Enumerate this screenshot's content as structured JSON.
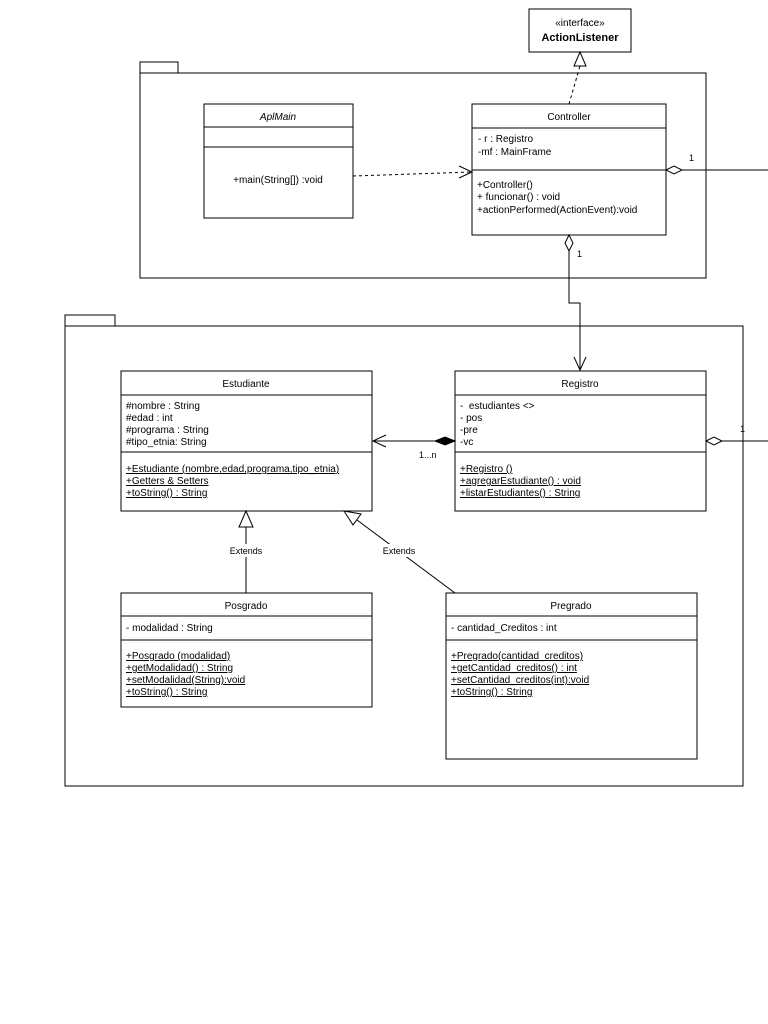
{
  "interface": {
    "stereotype": "«interface»",
    "name": "ActionListener"
  },
  "classes": {
    "aplmain": {
      "name": "AplMain",
      "attributes": [],
      "methods": [
        "+main(String[]) :void"
      ]
    },
    "controller": {
      "name": "Controller",
      "attributes": [
        "- r : Registro",
        "-mf : MainFrame"
      ],
      "methods": [
        "+Controller()",
        "+ funcionar() : void",
        "+actionPerformed(ActionEvent):void"
      ]
    },
    "estudiante": {
      "name": "Estudiante",
      "attributes": [
        "#nombre : String",
        "#edad : int",
        "#programa : String",
        "#tipo_etnia: String"
      ],
      "methods": [
        "+Estudiante (nombre,edad,programa,tipo_etnia)",
        "+Getters & Setters",
        "+toString() : String"
      ]
    },
    "registro": {
      "name": "Registro",
      "attributes": [
        "-  estudiantes <>",
        "- pos",
        "-pre",
        "-vc"
      ],
      "methods": [
        "+Registro ()",
        "+agregarEstudiante() : void",
        "+listarEstudiantes() : String"
      ]
    },
    "posgrado": {
      "name": "Posgrado",
      "attributes": [
        "- modalidad : String"
      ],
      "methods": [
        "+Posgrado (modalidad)",
        "+getModalidad() : String",
        "+setModalidad(String):void",
        "+toString() : String"
      ]
    },
    "pregrado": {
      "name": "Pregrado",
      "attributes": [
        "- cantidad_Creditos : int"
      ],
      "methods": [
        "+Pregrado(cantidad_creditos)",
        "+getCantidad_creditos() : int",
        "+setCantidad_creditos(int):void",
        "+toString() : String"
      ]
    }
  },
  "relations": {
    "controller_right_mult": "1",
    "controller_registro_mult": "1",
    "registro_estudiante_mult": "1...n",
    "registro_right_mult": "1",
    "extends_posgrado": "Extends",
    "extends_pregrado": "Extends"
  }
}
